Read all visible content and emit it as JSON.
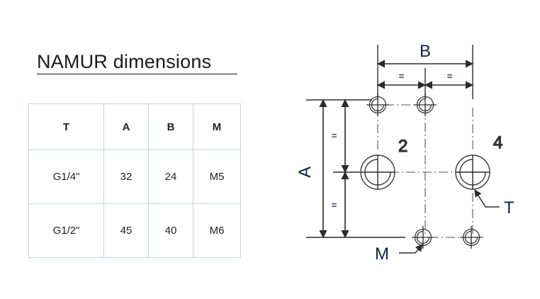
{
  "header": {
    "title": "NAMUR dimensions"
  },
  "table": {
    "columns": [
      "T",
      "A",
      "B",
      "M"
    ],
    "rows": [
      [
        "G1/4\"",
        "32",
        "24",
        "M5"
      ],
      [
        "G1/2\"",
        "45",
        "40",
        "M6"
      ]
    ]
  },
  "drawing": {
    "labels": {
      "dim_b": "B",
      "dim_a": "A",
      "port_2": "2",
      "port_4": "4",
      "thread_t": "T",
      "thread_m": "M",
      "equal_top_left": "=",
      "equal_top_right": "=",
      "equal_side_upper": "=",
      "equal_side_lower": "="
    },
    "colors": {
      "line": "#2b2b2b",
      "label": "#14213d",
      "table_border": "#c3d3e0",
      "text": "#1a1a1a"
    }
  },
  "chart_data": {
    "type": "table",
    "title": "NAMUR dimensions",
    "columns": [
      "T",
      "A",
      "B",
      "M"
    ],
    "rows": [
      {
        "T": "G1/4\"",
        "A": 32,
        "B": 24,
        "M": "M5"
      },
      {
        "T": "G1/2\"",
        "A": 45,
        "B": 40,
        "M": "M6"
      }
    ],
    "annotations": [
      "B = distance between outer mounting-hole centres (horizontal)",
      "A = distance between outer mounting-hole centres (vertical)",
      "2 = working port 2",
      "4 = working port 4",
      "T = port thread size",
      "M = mounting hole thread size",
      "= marks indicate the two halves of A and of B are equal"
    ]
  }
}
